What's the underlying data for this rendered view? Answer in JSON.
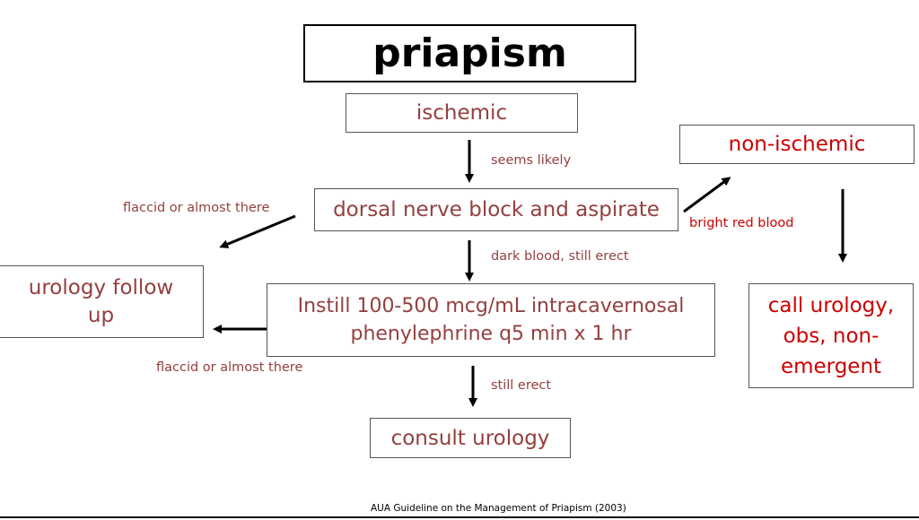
{
  "title": "priapism",
  "nodes": {
    "ischemic": "ischemic",
    "non_ischemic": "non-ischemic",
    "dorsal_block": "dorsal nerve block and aspirate",
    "instill_line1": "Instill 100-500 mcg/mL intracavernosal",
    "instill_line2": "phenylephrine q5 min x 1 hr",
    "consult_urology": "consult urology",
    "urology_follow_up_line1": "urology follow",
    "urology_follow_up_line2": "up",
    "call_urology_line1": "call urology,",
    "call_urology_line2": "obs, non-",
    "call_urology_line3": "emergent"
  },
  "edge_labels": {
    "seems_likely": "seems likely",
    "dark_blood": "dark blood, still erect",
    "still_erect": "still erect",
    "flaccid_top": "flaccid or almost there",
    "flaccid_bottom": "flaccid or almost there",
    "bright_red": "bright red blood"
  },
  "footer": "AUA Guideline on the Management of Priapism (2003)",
  "colors": {
    "brown": "#93403f",
    "red": "#cc0000",
    "border": "#555555"
  }
}
